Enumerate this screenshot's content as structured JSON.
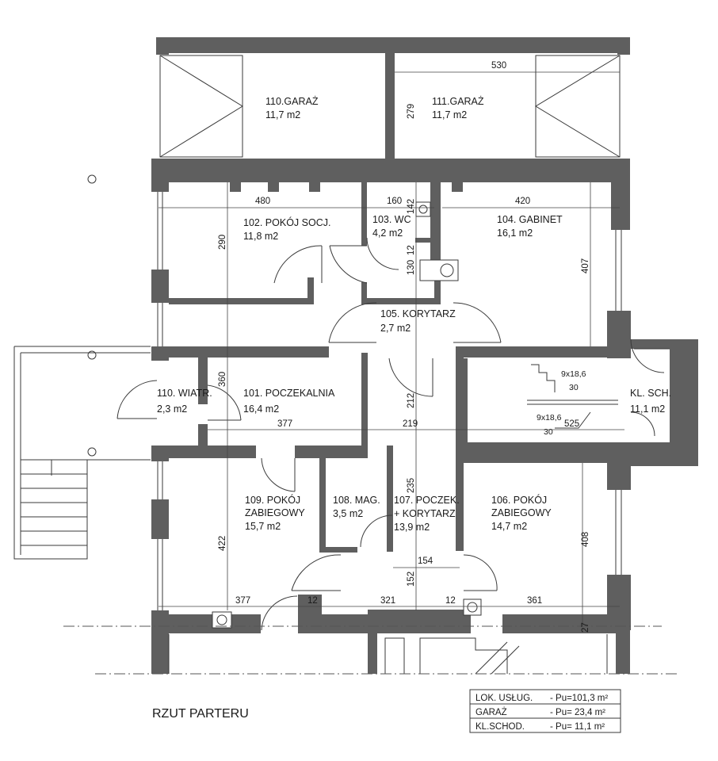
{
  "title": "RZUT PARTERU",
  "rooms": {
    "r110g": {
      "name": "110.GARAŻ",
      "area": "11,7 m2"
    },
    "r111": {
      "name": "111.GARAŻ",
      "area": "11,7 m2"
    },
    "r102": {
      "name": "102. POKÓJ SOCJ.",
      "area": "11,8 m2"
    },
    "r103": {
      "name": "103. WC",
      "area": "4,2 m2"
    },
    "r104": {
      "name": "104. GABINET",
      "area": "16,1 m2"
    },
    "r105": {
      "name": "105. KORYTARZ",
      "area": "2,7  m2"
    },
    "r110w": {
      "name": "110. WIATR.",
      "area": "2,3 m2"
    },
    "r101": {
      "name": "101. POCZEKALNIA",
      "area": "16,4 m2"
    },
    "rklsch": {
      "name": "KL. SCH.",
      "area": "11,1 m2"
    },
    "r109": {
      "name1": "109. POKÓJ",
      "name2": "ZABIEGOWY",
      "area": "15,7  m2"
    },
    "r108": {
      "name": "108. MAG.",
      "area": "3,5  m2"
    },
    "r107": {
      "name1": "107. POCZEK.",
      "name2": "+ KORYTARZ",
      "area": "13,9  m2"
    },
    "r106": {
      "name1": "106. POKÓJ",
      "name2": "ZABIEGOWY",
      "area": "14,7  m2"
    }
  },
  "dims": {
    "d530": "530",
    "d279": "279",
    "d480": "480",
    "d290": "290",
    "d160": "160",
    "d142": "142",
    "d12a": "12",
    "d130": "130",
    "d420": "420",
    "d407": "407",
    "d360": "360",
    "d212": "212",
    "d377a": "377",
    "d219": "219",
    "d525": "525",
    "d235": "235",
    "d422": "422",
    "d154": "154",
    "d152": "152",
    "d408": "408",
    "d377b": "377",
    "d12b": "12",
    "d321": "321",
    "d12c": "12",
    "d361": "361",
    "d27": "27"
  },
  "stairs": {
    "a_size": "9x18,6",
    "a_n": "30",
    "b_size": "9x18,6",
    "b_n": "30"
  },
  "area_table": [
    {
      "label": "LOK. USŁUG.",
      "value": "- Pu=101,3 m²"
    },
    {
      "label": "GARAŻ",
      "value": "- Pu=  23,4 m²"
    },
    {
      "label": "KL.SCHOD.",
      "value": "- Pu=  11,1 m²"
    }
  ]
}
